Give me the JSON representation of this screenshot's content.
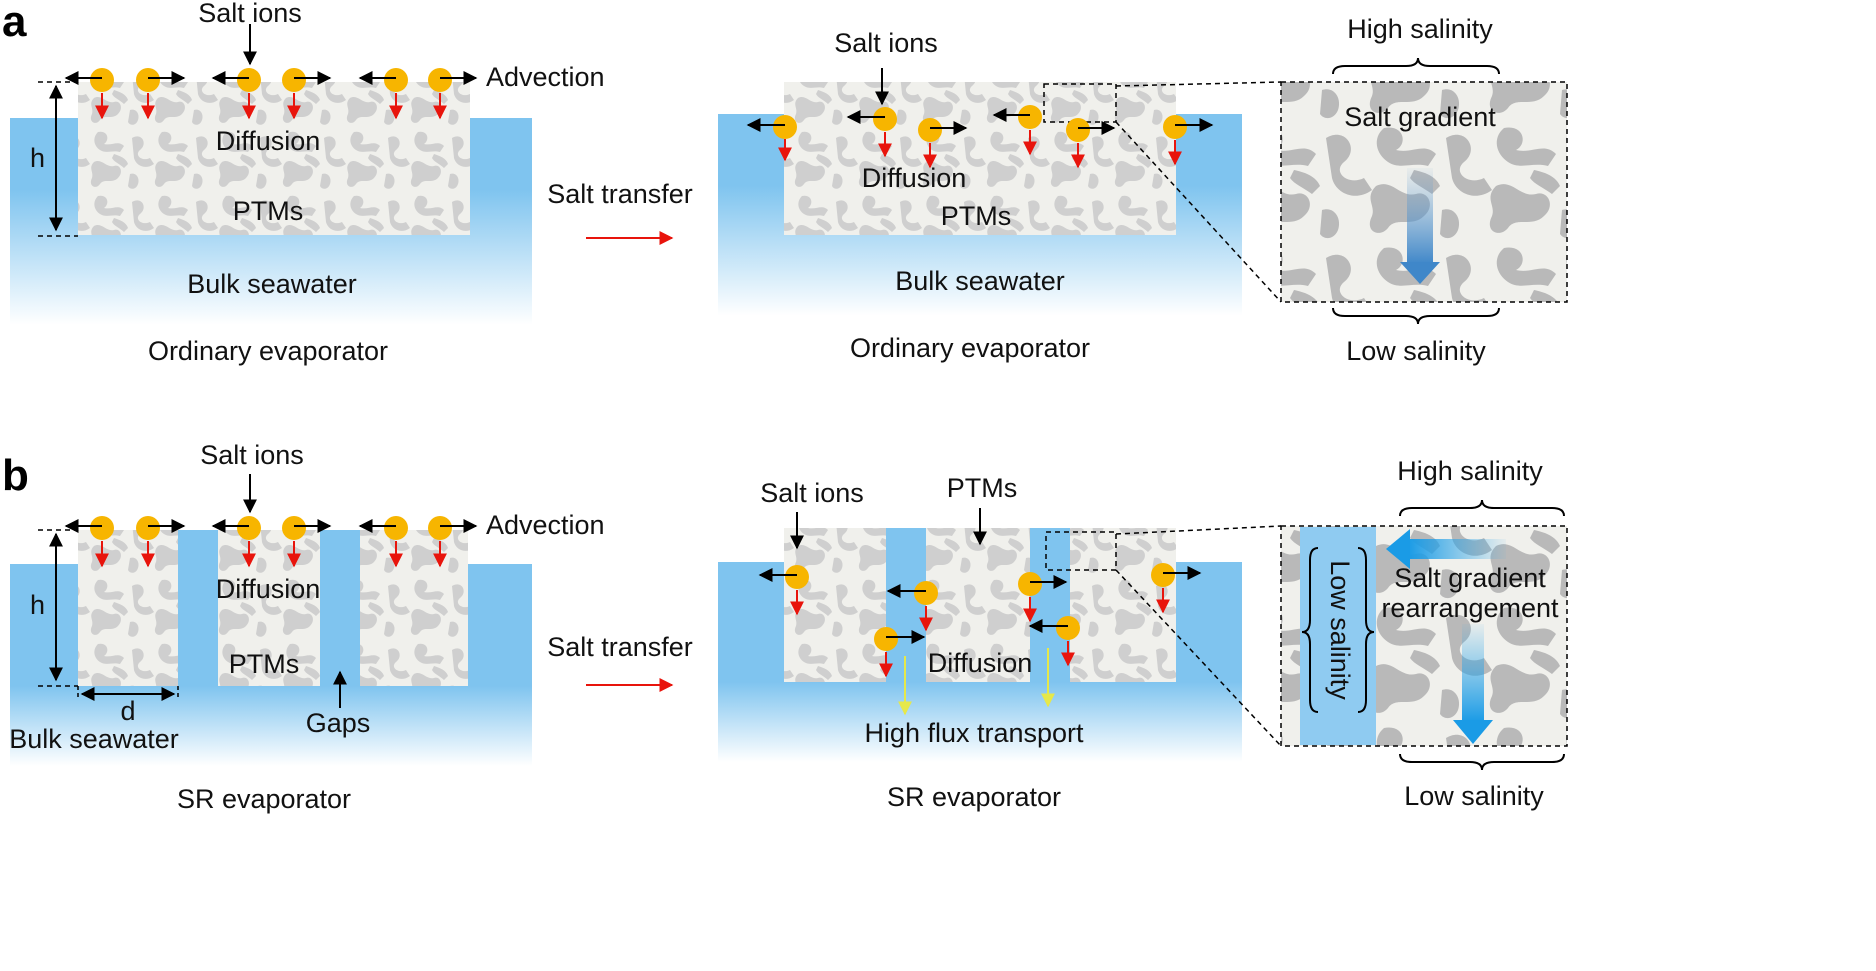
{
  "panel_a": {
    "letter": "a",
    "left": {
      "salt_ions": "Salt ions",
      "advection": "Advection",
      "diffusion": "Diffusion",
      "ptms": "PTMs",
      "height": "h",
      "bulk": "Bulk seawater",
      "caption": "Ordinary evaporator"
    },
    "transfer": "Salt transfer",
    "right": {
      "salt_ions": "Salt ions",
      "diffusion": "Diffusion",
      "ptms": "PTMs",
      "bulk": "Bulk seawater",
      "caption": "Ordinary evaporator"
    },
    "zoom": {
      "high": "High salinity",
      "gradient": "Salt gradient",
      "low": "Low salinity"
    }
  },
  "panel_b": {
    "letter": "b",
    "left": {
      "salt_ions": "Salt ions",
      "advection": "Advection",
      "diffusion": "Diffusion",
      "ptms": "PTMs",
      "height": "h",
      "width": "d",
      "gaps": "Gaps",
      "bulk": "Bulk seawater",
      "caption": "SR evaporator"
    },
    "transfer": "Salt transfer",
    "right": {
      "salt_ions": "Salt ions",
      "ptms": "PTMs",
      "diffusion": "Diffusion",
      "flux": "High flux transport",
      "caption": "SR evaporator"
    },
    "zoom": {
      "high": "High salinity",
      "gradient_line1": "Salt gradient",
      "gradient_line2": "rearrangement",
      "low_vertical": "Low salinity",
      "low": "Low salinity"
    }
  },
  "colors": {
    "water": "#7fc4ef",
    "porous_bg": "#f0f0ec",
    "porous_pattern": "#cfcfcf",
    "ion": "#f7b500",
    "diffusion_arrow": "#e8140c",
    "flux_arrow": "#eef06a",
    "gradient_arrow": "#2aa6ea"
  }
}
